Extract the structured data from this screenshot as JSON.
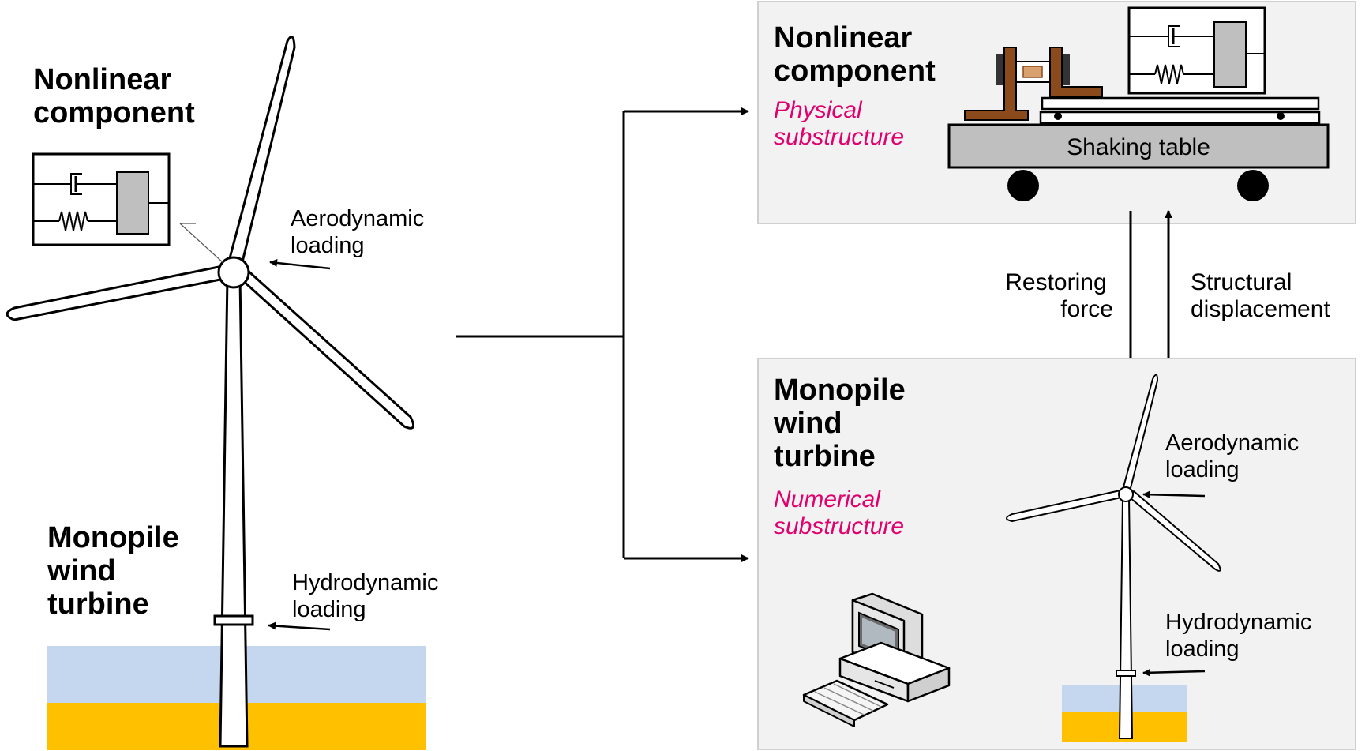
{
  "left": {
    "nonlinear_title": [
      "Nonlinear",
      "component"
    ],
    "aero_label": [
      "Aerodynamic",
      "loading"
    ],
    "monopile_title": [
      "Monopile",
      "wind",
      "turbine"
    ],
    "hydro_label": [
      "Hydrodynamic",
      "loading"
    ]
  },
  "physical_panel": {
    "title": [
      "Nonlinear",
      "component"
    ],
    "subtitle": [
      "Physical",
      "substructure"
    ],
    "table_label": "Shaking table"
  },
  "exchange": {
    "restoring": [
      "Restoring",
      "force"
    ],
    "structural": [
      "Structural",
      "displacement"
    ]
  },
  "numerical_panel": {
    "title": [
      "Monopile",
      "wind",
      "turbine"
    ],
    "subtitle": [
      "Numerical",
      "substructure"
    ],
    "aero_label": [
      "Aerodynamic",
      "loading"
    ],
    "hydro_label": [
      "Hydrodynamic",
      "loading"
    ]
  },
  "colors": {
    "water": "#c5d7ef",
    "seabed": "#ffc000",
    "panel_bg": "#f2f2f2",
    "panel_border": "#d0d0d0",
    "accent_text": "#e0006e",
    "table_gray": "#bfbfbf",
    "bracket_brown": "#8b4a1c"
  }
}
